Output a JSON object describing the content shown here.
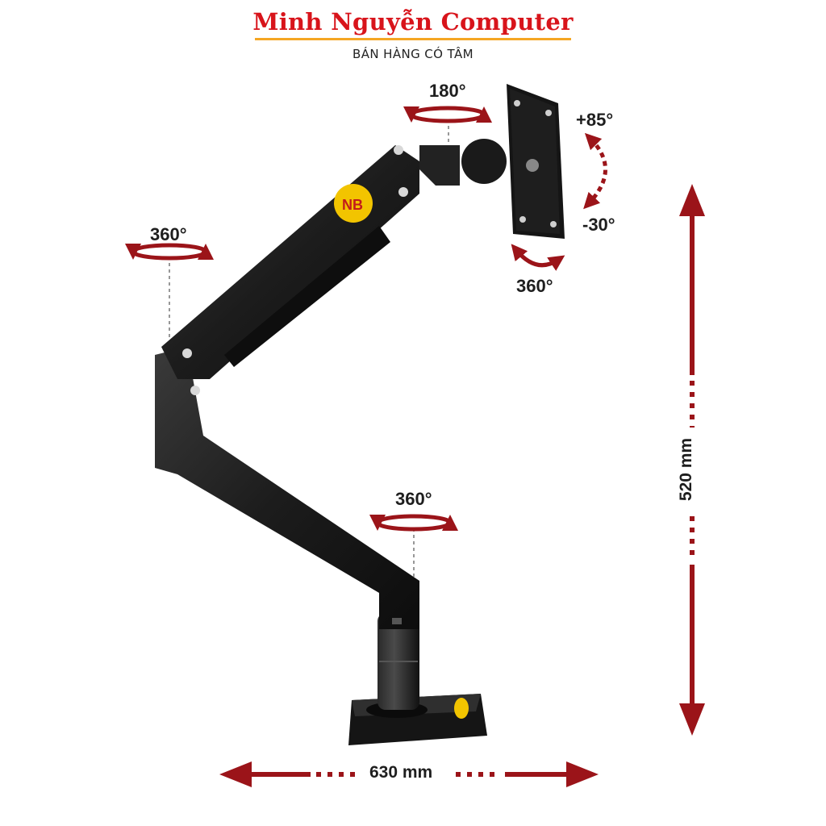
{
  "brand": {
    "title": "Minh Nguyễn Computer",
    "tagline": "BÁN HÀNG CÓ TÂM",
    "title_color": "#d8141b",
    "underline_color": "#f5a623"
  },
  "rotation_labels": {
    "top_swivel": "180°",
    "tilt_up": "+85°",
    "tilt_down": "-30°",
    "vesa_rotation": "360°",
    "upper_joint": "360°",
    "base_joint": "360°"
  },
  "dimensions": {
    "height": "520 mm",
    "width": "630 mm"
  },
  "logo_text": "NB",
  "colors": {
    "arrow": "#9b1419",
    "arm": "#1a1a1a",
    "logo": "#f2c400"
  }
}
